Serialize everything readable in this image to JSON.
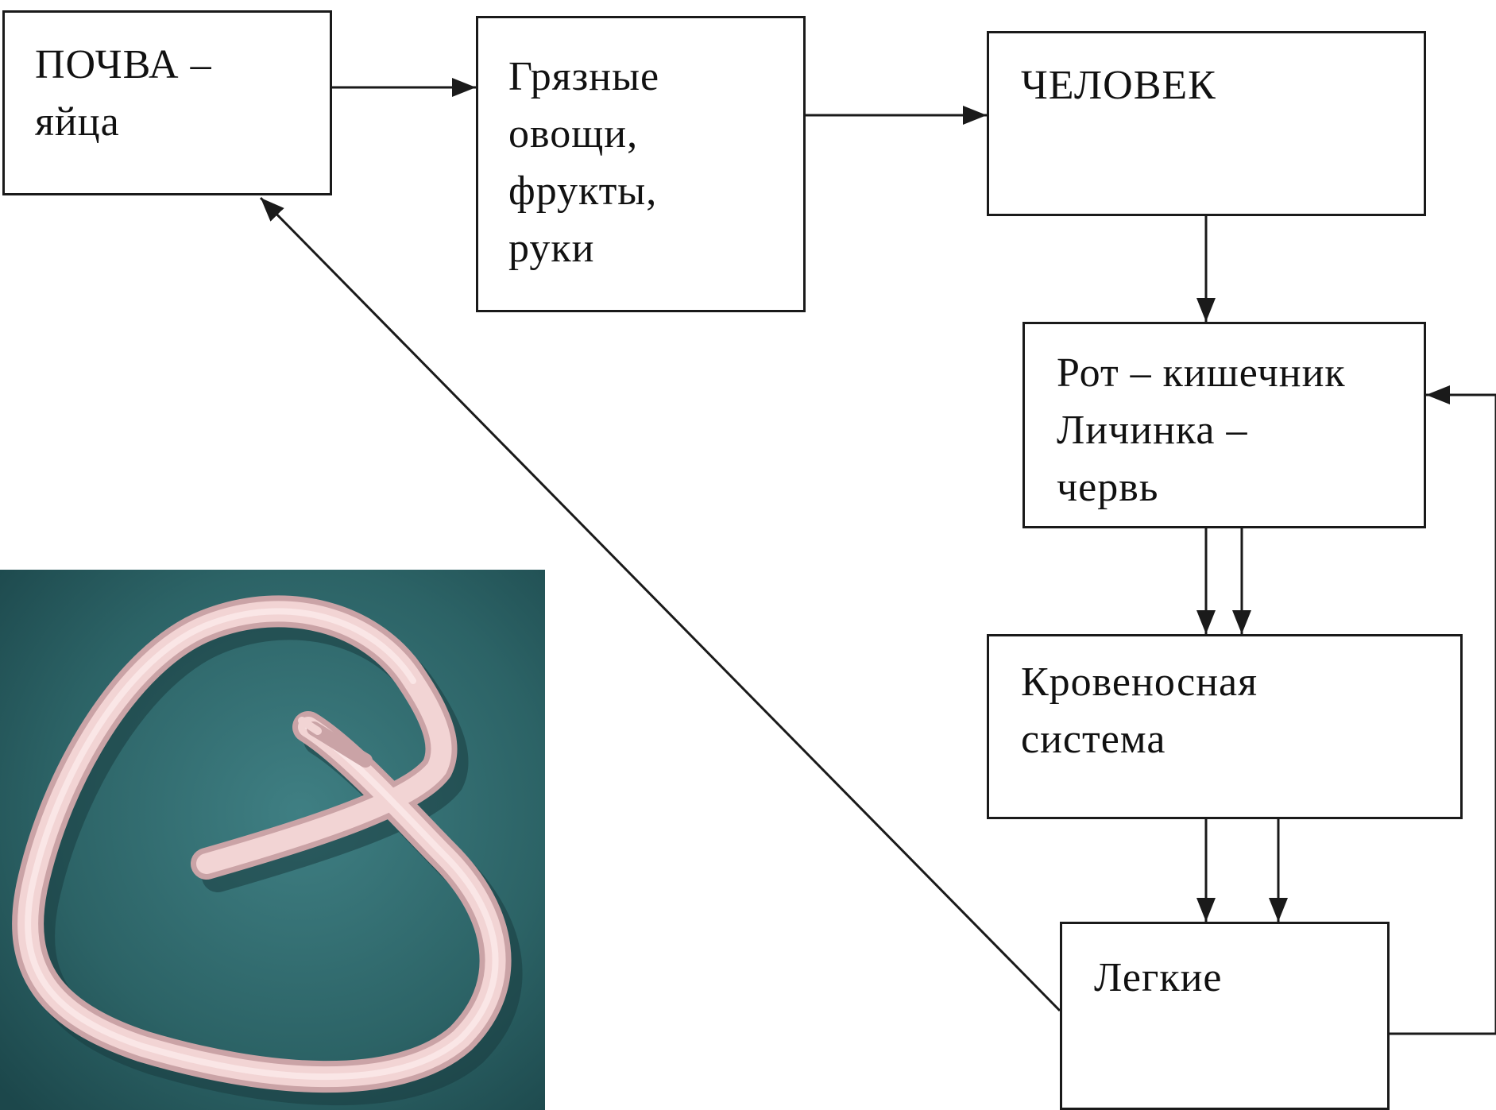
{
  "diagram": {
    "nodes": {
      "soil": {
        "lines": [
          "ПОЧВА –",
          "яйца"
        ]
      },
      "dirty": {
        "lines": [
          "Грязные",
          "овощи,",
          "фрукты,",
          "руки"
        ]
      },
      "human": {
        "lines": [
          "ЧЕЛОВЕК"
        ]
      },
      "mouth": {
        "lines": [
          "Рот – кишечник",
          "Личинка –",
          "червь"
        ]
      },
      "blood": {
        "lines": [
          "Кровеносная",
          "система"
        ]
      },
      "lungs": {
        "lines": [
          "Легкие"
        ]
      }
    },
    "edges": [
      {
        "from": "soil",
        "to": "dirty"
      },
      {
        "from": "dirty",
        "to": "human"
      },
      {
        "from": "human",
        "to": "mouth"
      },
      {
        "from": "mouth",
        "to": "blood",
        "count": 2
      },
      {
        "from": "blood",
        "to": "lungs",
        "count": 2
      },
      {
        "from": "lungs",
        "to": "mouth"
      },
      {
        "from": "lungs",
        "to": "soil"
      }
    ]
  },
  "photo": {
    "subject": "roundworm",
    "colors": {
      "background": "#2c6366",
      "worm": "#f2d4d4",
      "worm_shade": "#caa3a6"
    }
  },
  "colors": {
    "line": "#1a1a1a",
    "box_border": "#1a1a1a",
    "text": "#111111"
  }
}
